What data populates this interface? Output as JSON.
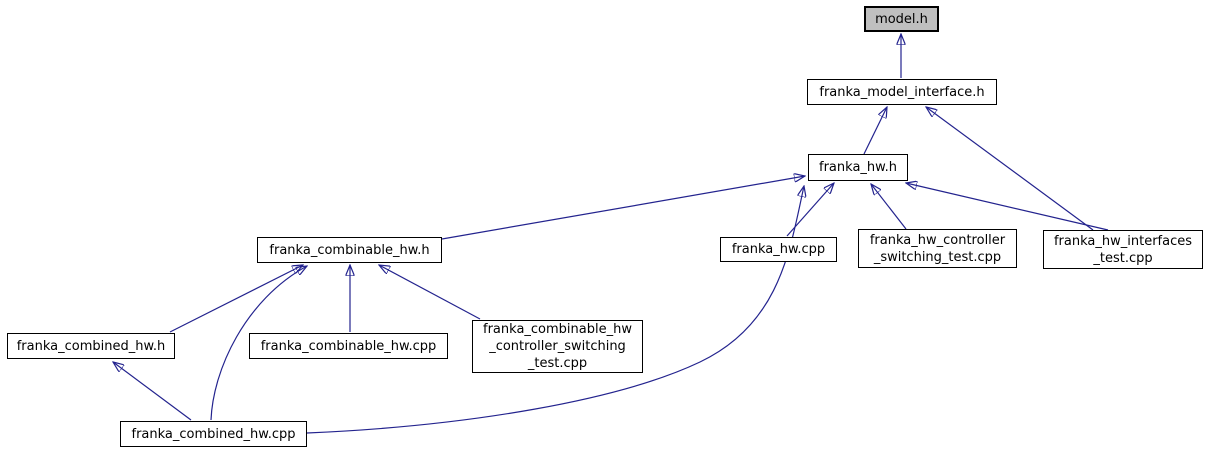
{
  "graph": {
    "type": "include-dependency-graph",
    "edge_color": "#23238E",
    "node_border_color": "#000000",
    "node_fill": "#FFFFFF",
    "highlight_fill": "#BFBFBF",
    "nodes": [
      {
        "id": "model_h",
        "label": "model.h",
        "highlighted": true
      },
      {
        "id": "franka_model_interface_h",
        "label": "franka_model_interface.h",
        "highlighted": false
      },
      {
        "id": "franka_hw_h",
        "label": "franka_hw.h",
        "highlighted": false
      },
      {
        "id": "franka_combinable_hw_h",
        "label": "franka_combinable_hw.h",
        "highlighted": false
      },
      {
        "id": "franka_hw_cpp",
        "label": "franka_hw.cpp",
        "highlighted": false
      },
      {
        "id": "franka_hw_controller_switching_test_cpp",
        "label": "franka_hw_controller\n_switching_test.cpp",
        "highlighted": false
      },
      {
        "id": "franka_hw_interfaces_test_cpp",
        "label": "franka_hw_interfaces\n_test.cpp",
        "highlighted": false
      },
      {
        "id": "franka_combined_hw_h",
        "label": "franka_combined_hw.h",
        "highlighted": false
      },
      {
        "id": "franka_combinable_hw_cpp",
        "label": "franka_combinable_hw.cpp",
        "highlighted": false
      },
      {
        "id": "franka_combinable_hw_controller_switching_test_cpp",
        "label": "franka_combinable_hw\n_controller_switching\n_test.cpp",
        "highlighted": false
      },
      {
        "id": "franka_combined_hw_cpp",
        "label": "franka_combined_hw.cpp",
        "highlighted": false
      }
    ],
    "edges": [
      {
        "from": "franka_model_interface_h",
        "to": "model_h"
      },
      {
        "from": "franka_hw_h",
        "to": "franka_model_interface_h"
      },
      {
        "from": "franka_hw_interfaces_test_cpp",
        "to": "franka_model_interface_h"
      },
      {
        "from": "franka_combinable_hw_h",
        "to": "franka_hw_h"
      },
      {
        "from": "franka_combined_hw_cpp",
        "to": "franka_hw_h"
      },
      {
        "from": "franka_hw_cpp",
        "to": "franka_hw_h"
      },
      {
        "from": "franka_hw_controller_switching_test_cpp",
        "to": "franka_hw_h"
      },
      {
        "from": "franka_hw_interfaces_test_cpp",
        "to": "franka_hw_h"
      },
      {
        "from": "franka_combined_hw_h",
        "to": "franka_combinable_hw_h"
      },
      {
        "from": "franka_combined_hw_cpp",
        "to": "franka_combinable_hw_h"
      },
      {
        "from": "franka_combinable_hw_cpp",
        "to": "franka_combinable_hw_h"
      },
      {
        "from": "franka_combinable_hw_controller_switching_test_cpp",
        "to": "franka_combinable_hw_h"
      },
      {
        "from": "franka_combined_hw_cpp",
        "to": "franka_combined_hw_h"
      }
    ]
  }
}
